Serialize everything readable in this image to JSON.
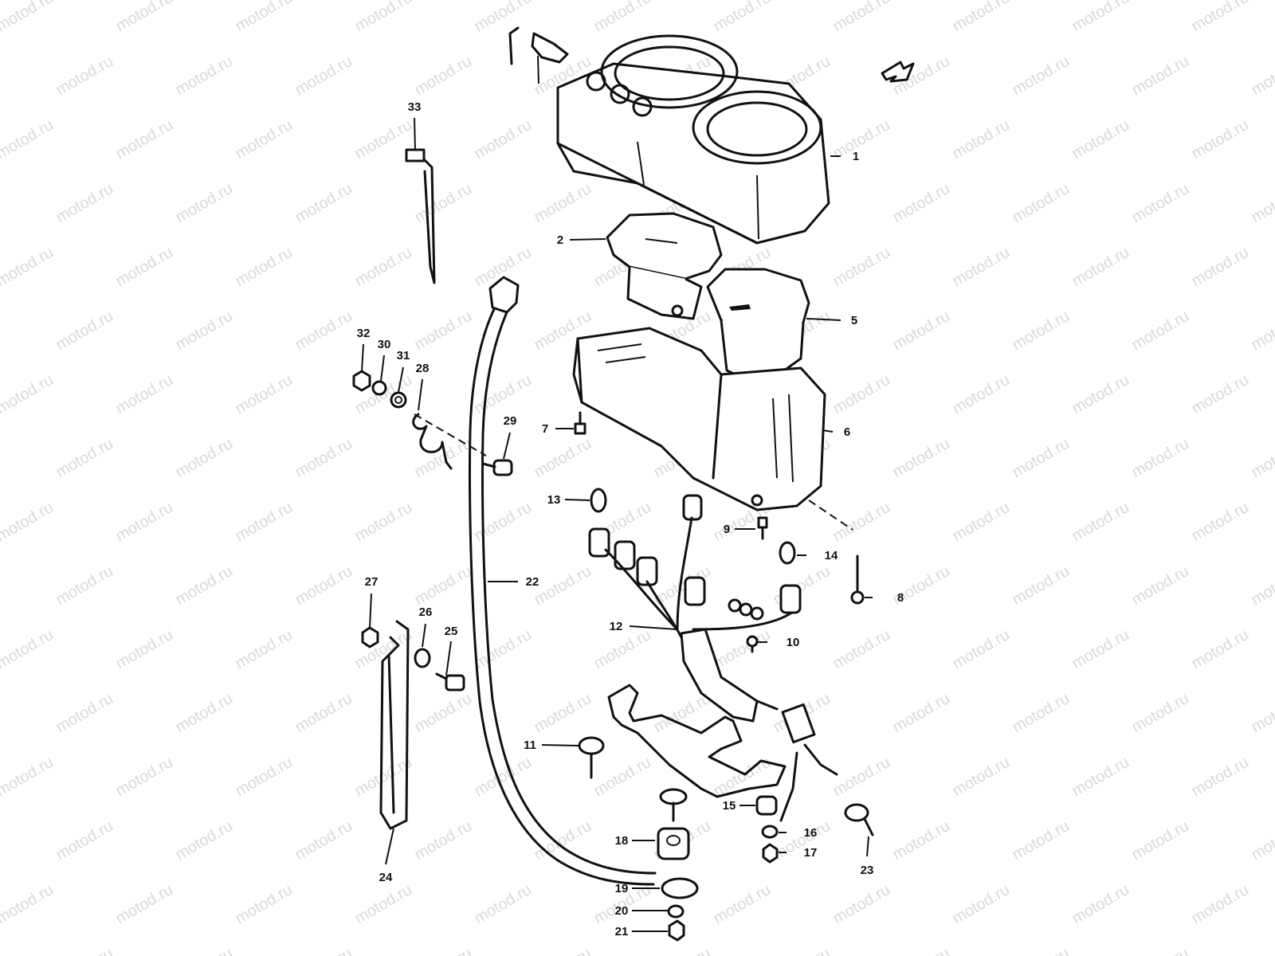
{
  "watermark": {
    "text": "motod.ru",
    "color": "#d9d9d9"
  },
  "callouts": [
    "1",
    "2",
    "5",
    "6",
    "7",
    "8",
    "9",
    "10",
    "11",
    "12",
    "13",
    "14",
    "15",
    "16",
    "17",
    "18",
    "19",
    "20",
    "21",
    "22",
    "23",
    "24",
    "25",
    "26",
    "27",
    "28",
    "29",
    "30",
    "31",
    "32",
    "33"
  ],
  "colors": {
    "line": "#111111",
    "background": "#ffffff"
  }
}
